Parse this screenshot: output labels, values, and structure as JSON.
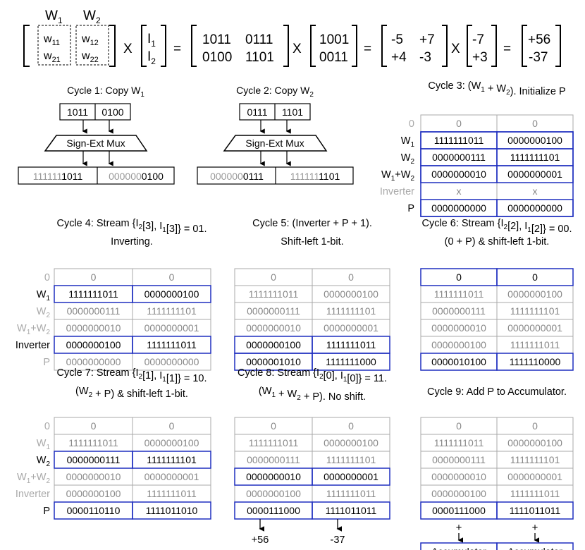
{
  "equation": {
    "w_labels": [
      "W",
      "W"
    ],
    "w_label_subs": [
      "1",
      "2"
    ],
    "w_cells": [
      [
        "w",
        "11"
      ],
      [
        "w",
        "12"
      ],
      [
        "w",
        "21"
      ],
      [
        "w",
        "22"
      ]
    ],
    "i_labels": [
      [
        "I",
        "1"
      ],
      [
        "I",
        "2"
      ]
    ],
    "bin_matrix": [
      [
        "1011",
        "0111"
      ],
      [
        "0100",
        "1101"
      ]
    ],
    "bin_vector": [
      "1001",
      "0011"
    ],
    "dec_matrix": [
      [
        "-5",
        "+7"
      ],
      [
        "+4",
        "-3"
      ]
    ],
    "dec_vector": [
      "-7",
      "+3"
    ],
    "result": [
      "+56",
      "-37"
    ],
    "times": "X",
    "equals": "="
  },
  "cycle1": {
    "title_main": "Cycle 1: Copy W",
    "title_sub": "1",
    "inputs": [
      "1011",
      "0100"
    ],
    "mux_label": "Sign-Ext Mux",
    "outputs": [
      {
        "ext": "111111",
        "val": "1011"
      },
      {
        "ext": "000000",
        "val": "0100"
      }
    ]
  },
  "cycle2": {
    "title_main": "Cycle 2: Copy W",
    "title_sub": "2",
    "inputs": [
      "0111",
      "1101"
    ],
    "mux_label": "Sign-Ext Mux",
    "outputs": [
      {
        "ext": "000000",
        "val": "0111"
      },
      {
        "ext": "111111",
        "val": "1101"
      }
    ]
  },
  "row_labels": [
    {
      "main": "0",
      "sub": ""
    },
    {
      "main": "W",
      "sub": "1"
    },
    {
      "main": "W",
      "sub": "2"
    },
    {
      "main": "W",
      "sub": "1",
      "main2": "+W",
      "sub2": "2"
    },
    {
      "main": "Inverter",
      "sub": ""
    },
    {
      "main": "P",
      "sub": ""
    }
  ],
  "tables": [
    {
      "id": "c3",
      "title_lines": [
        "Cycle 3: (W1 + W2). Initialize P"
      ],
      "rows": [
        [
          "0",
          "0"
        ],
        [
          "1111111011",
          "0000000100"
        ],
        [
          "0000000111",
          "1111111101"
        ],
        [
          "0000000010",
          "0000000001"
        ],
        [
          "x",
          "x"
        ],
        [
          "0000000000",
          "0000000000"
        ]
      ],
      "row_style": [
        "gray",
        "dark",
        "dark",
        "dark",
        "gray",
        "dark"
      ],
      "label_style": [
        "gray",
        "dark",
        "dark",
        "dark",
        "gray",
        "dark"
      ],
      "blue_rows": [
        1,
        2,
        3,
        5
      ],
      "outer_blue": true
    },
    {
      "id": "c4",
      "title_lines": [
        "Cycle 4: Stream {I2[3], I1[3]} = 01.",
        "Inverting."
      ],
      "rows": [
        [
          "0",
          "0"
        ],
        [
          "1111111011",
          "0000000100"
        ],
        [
          "0000000111",
          "1111111101"
        ],
        [
          "0000000010",
          "0000000001"
        ],
        [
          "0000000100",
          "1111111011"
        ],
        [
          "0000000000",
          "0000000000"
        ]
      ],
      "row_style": [
        "gray",
        "dark",
        "gray",
        "gray",
        "dark",
        "gray"
      ],
      "label_style": [
        "gray",
        "dark",
        "gray",
        "gray",
        "dark",
        "gray"
      ],
      "blue_rows": [
        1,
        4
      ],
      "outer_blue": false
    },
    {
      "id": "c5",
      "title_lines": [
        "Cycle 5: (Inverter + P + 1).",
        "Shift-left 1-bit."
      ],
      "rows": [
        [
          "0",
          "0"
        ],
        [
          "1111111011",
          "0000000100"
        ],
        [
          "0000000111",
          "1111111101"
        ],
        [
          "0000000010",
          "0000000001"
        ],
        [
          "0000000100",
          "1111111011"
        ],
        [
          "0000001010",
          "1111111000"
        ]
      ],
      "row_style": [
        "gray",
        "gray",
        "gray",
        "gray",
        "dark",
        "dark"
      ],
      "blue_rows": [
        4,
        5
      ],
      "outer_blue": false
    },
    {
      "id": "c6",
      "title_lines": [
        "Cycle 6: Stream {I2[2], I1[2]} = 00.",
        "(0 + P) & shift-left 1-bit."
      ],
      "rows": [
        [
          "0",
          "0"
        ],
        [
          "1111111011",
          "0000000100"
        ],
        [
          "0000000111",
          "1111111101"
        ],
        [
          "0000000010",
          "0000000001"
        ],
        [
          "0000000100",
          "1111111011"
        ],
        [
          "0000010100",
          "1111110000"
        ]
      ],
      "row_style": [
        "dark",
        "gray",
        "gray",
        "gray",
        "gray",
        "dark"
      ],
      "blue_rows": [
        0,
        5
      ],
      "outer_blue": false
    },
    {
      "id": "c7",
      "title_lines": [
        "Cycle 7: Stream {I2[1], I1[1]} = 10.",
        "(W2 + P) & shift-left 1-bit."
      ],
      "rows": [
        [
          "0",
          "0"
        ],
        [
          "1111111011",
          "0000000100"
        ],
        [
          "0000000111",
          "1111111101"
        ],
        [
          "0000000010",
          "0000000001"
        ],
        [
          "0000000100",
          "1111111011"
        ],
        [
          "0000110110",
          "1111011010"
        ]
      ],
      "row_style": [
        "gray",
        "gray",
        "dark",
        "gray",
        "gray",
        "dark"
      ],
      "label_style": [
        "gray",
        "gray",
        "dark",
        "gray",
        "gray",
        "dark"
      ],
      "blue_rows": [
        2,
        5
      ],
      "outer_blue": false
    },
    {
      "id": "c8",
      "title_lines": [
        "Cycle 8: Stream {I2[0], I1[0]} = 11.",
        "(W1 + W2 + P). No shift."
      ],
      "rows": [
        [
          "0",
          "0"
        ],
        [
          "1111111011",
          "0000000100"
        ],
        [
          "0000000111",
          "1111111101"
        ],
        [
          "0000000010",
          "0000000001"
        ],
        [
          "0000000100",
          "1111111011"
        ],
        [
          "0000111000",
          "1111011011"
        ]
      ],
      "row_style": [
        "gray",
        "gray",
        "gray",
        "dark",
        "gray",
        "dark"
      ],
      "blue_rows": [
        3,
        5
      ],
      "outer_blue": false,
      "outputs": [
        "+56",
        "-37"
      ]
    },
    {
      "id": "c9",
      "title_lines": [
        "Cycle 9: Add P to Accumulator."
      ],
      "rows": [
        [
          "0",
          "0"
        ],
        [
          "1111111011",
          "0000000100"
        ],
        [
          "0000000111",
          "1111111101"
        ],
        [
          "0000000010",
          "0000000001"
        ],
        [
          "0000000100",
          "1111111011"
        ],
        [
          "0000111000",
          "1111011011"
        ]
      ],
      "row_style": [
        "gray",
        "gray",
        "gray",
        "gray",
        "gray",
        "dark"
      ],
      "blue_rows": [
        5
      ],
      "outer_blue": false,
      "plus": [
        "+",
        "+"
      ],
      "accumulator": [
        "Accumulator",
        "Accumulator"
      ]
    }
  ],
  "colors": {
    "blue": "#1f2fbf",
    "gray": "#888888",
    "light_gray": "#a9a9a9",
    "dark": "#000000"
  }
}
